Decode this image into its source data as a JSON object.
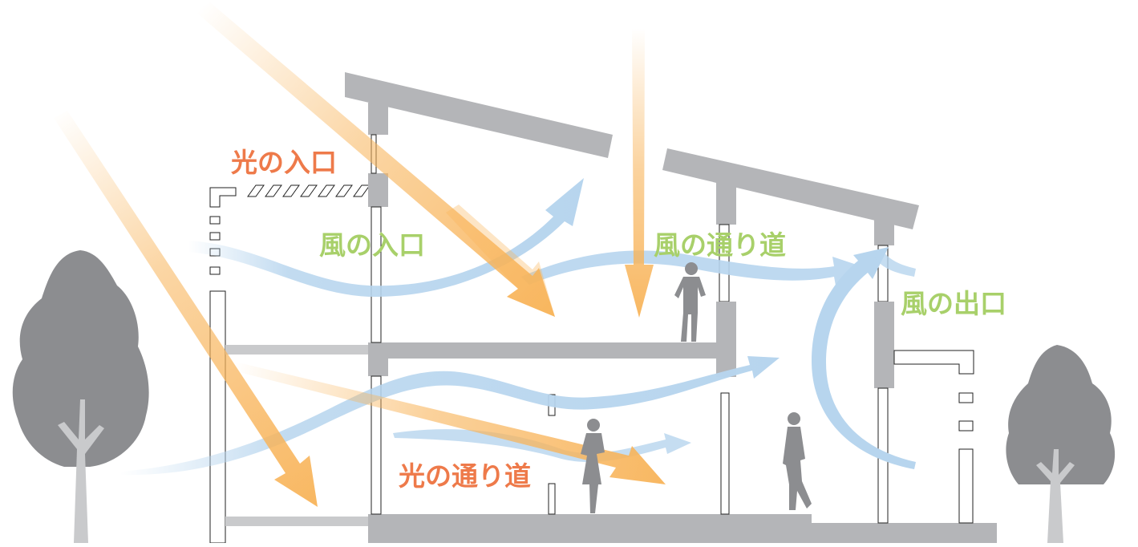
{
  "labels": {
    "light_entrance": "光の入口",
    "light_path": "光の通り道",
    "wind_entrance": "風の入口",
    "wind_path": "風の通り道",
    "wind_exit": "風の出口"
  },
  "colors": {
    "structure": "#b4b5b8",
    "tree": "#8c8d90",
    "trunk": "#c9cacc",
    "light_arrow": "#f8b45a",
    "wind_arrow": "#b7d5ee",
    "light_text": "#ee7a4a",
    "wind_text": "#a8d06a"
  }
}
